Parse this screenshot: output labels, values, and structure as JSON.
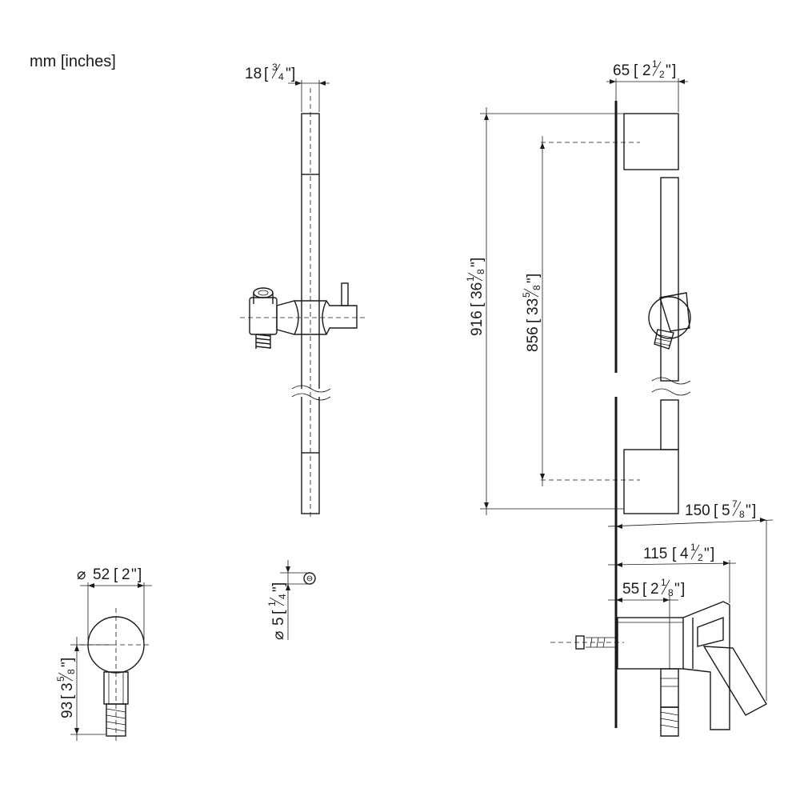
{
  "units_label": "mm [inches]",
  "dimensions": {
    "bar_diameter": {
      "mm": "18",
      "inch_whole": "",
      "inch_num": "3",
      "inch_den": "4",
      "inch_mark": "\""
    },
    "wall_depth": {
      "mm": "65",
      "inch_whole": "2",
      "inch_num": "1",
      "inch_den": "2",
      "inch_mark": "\""
    },
    "total_height": {
      "mm": "916",
      "inch_whole": "36",
      "inch_num": "1",
      "inch_den": "8",
      "inch_mark": "\""
    },
    "mount_spacing": {
      "mm": "856",
      "inch_whole": "33",
      "inch_num": "5",
      "inch_den": "8",
      "inch_mark": "\""
    },
    "outlet_projection": {
      "mm": "150",
      "inch_whole": "5",
      "inch_num": "7",
      "inch_den": "8",
      "inch_mark": "\""
    },
    "holder_projection": {
      "mm": "115",
      "inch_whole": "4",
      "inch_num": "1",
      "inch_den": "2",
      "inch_mark": "\""
    },
    "elbow_projection": {
      "mm": "55",
      "inch_whole": "2",
      "inch_num": "1",
      "inch_den": "8",
      "inch_mark": "\""
    },
    "rosette_diameter": {
      "mm": "52",
      "inch_whole": "2",
      "inch_num": "",
      "inch_den": "",
      "inch_mark": "\"",
      "prefix": "⌀"
    },
    "rosette_height": {
      "mm": "93",
      "inch_whole": "3",
      "inch_num": "5",
      "inch_den": "8",
      "inch_mark": "\""
    },
    "screw_diameter": {
      "mm": "5",
      "inch_whole": "",
      "inch_num": "1",
      "inch_den": "4",
      "inch_mark": "\"",
      "prefix": "⌀"
    }
  }
}
